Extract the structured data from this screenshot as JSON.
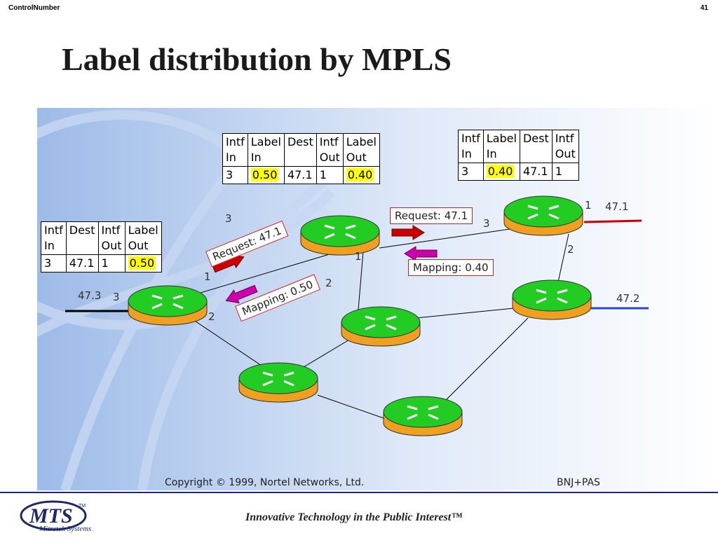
{
  "header": {
    "control": "ControlNumber",
    "page": "41"
  },
  "title": "Label distribution by MPLS",
  "tables": {
    "left": {
      "headers": [
        "Intf\nIn",
        "Dest",
        "Intf\nOut",
        "Label\nOut"
      ],
      "row": [
        "3",
        "47.1",
        "1",
        "0.50"
      ]
    },
    "middle": {
      "headers": [
        "Intf\nIn",
        "Label\nIn",
        "Dest",
        "Intf\nOut",
        "Label\nOut"
      ],
      "row": [
        "3",
        "0.50",
        "47.1",
        "1",
        "0.40"
      ]
    },
    "right": {
      "headers": [
        "Intf\nIn",
        "Label\nIn",
        "Dest",
        "Intf\nOut"
      ],
      "row": [
        "3",
        "0.40",
        "47.1",
        "1"
      ]
    }
  },
  "messages": {
    "request_left": "Request: 47.1",
    "mapping_left": "Mapping: 0.50",
    "request_right": "Request: 47.1",
    "mapping_right": "Mapping: 0.40"
  },
  "labels": {
    "n47_3": "47.3",
    "n47_1": "47.1",
    "n47_2": "47.2",
    "p_a3": "3",
    "p_a2": "2",
    "p_b3": "3",
    "p_b1a": "1",
    "p_b1b": "1",
    "p_b2": "2",
    "p_c3": "3",
    "p_c1": "1",
    "p_c2": "2"
  },
  "footer": {
    "copyright": "Copyright  © 1999, Nortel Networks, Ltd.",
    "credit": "BNJ+PAS",
    "logo_text": "MTS",
    "logo_tm": "TM",
    "logo_sub": "Mitretek Systems",
    "tagline": "Innovative Technology in the Public Interest™"
  },
  "colors": {
    "router_top": "#22cc22",
    "router_side": "#f0a020",
    "request_arrow": "#cc0000",
    "mapping_arrow": "#cc00aa",
    "link_47_1": "#cc0000",
    "link_47_2": "#3344cc",
    "link_47_3": "#000000",
    "bg_swirl": "#aac4ea"
  }
}
